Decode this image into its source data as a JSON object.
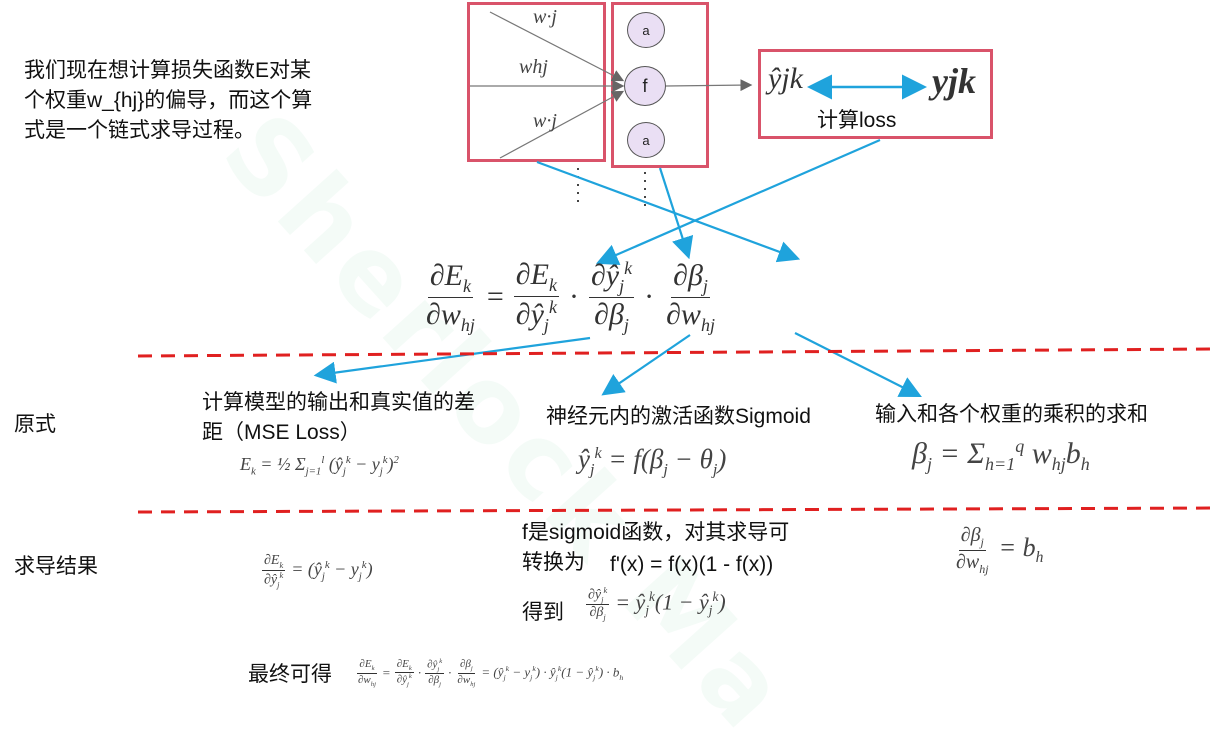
{
  "watermark": "Sherlock Ma",
  "intro": {
    "line1": "我们现在想计算损失函数E对某",
    "line2": "个权重w_{hj}的偏导，而这个算",
    "line3": "式是一个链式求导过程。"
  },
  "network": {
    "node_top": "a",
    "node_mid": "f",
    "node_bot": "a",
    "weights": [
      "w·j",
      "whj",
      "w·j"
    ],
    "output_hat": "ŷjk",
    "output_true": "yjk",
    "loss_label": "计算loss"
  },
  "main_equation": "∂Ek/∂whj = ∂Ek/∂ŷjk · ∂ŷjk/∂βj · ∂βj/∂whj",
  "rows": {
    "original_label": "原式",
    "derivative_label": "求导结果",
    "final_label": "最终可得"
  },
  "columns": {
    "col1": {
      "desc_line1": "计算模型的输出和真实值的差",
      "desc_line2": "距（MSE Loss）",
      "formula": "Ek = ½ Σj=1..l (ŷjk − yjk)²",
      "derivative": "∂Ek/∂ŷjk = (ŷjk − yjk)"
    },
    "col2": {
      "desc": "神经元内的激活函数Sigmoid",
      "formula": "ŷjk = f(βj − θj)",
      "note_line1": "f是sigmoid函数，对其求导可",
      "note_line2": "转换为",
      "note_formula": "f'(x) = f(x)(1 - f(x))",
      "result_label": "得到",
      "derivative": "∂ŷjk/∂βj = ŷjk(1 − ŷjk)"
    },
    "col3": {
      "desc": "输入和各个权重的乘积的求和",
      "formula": "βj = Σh=1..q whj bh",
      "derivative": "∂βj/∂whj = bh"
    }
  },
  "final_formula": "∂Ek/∂whj = ∂Ek/∂ŷjk · ∂ŷjk/∂βj · ∂βj/∂whj = (ŷjk − yjk) · ŷjk(1 − ŷjk) · bh",
  "colors": {
    "box_border": "#d9536a",
    "arrow": "#1fa3dc",
    "dashed_line": "#e02020",
    "node_fill": "#eadff4"
  }
}
